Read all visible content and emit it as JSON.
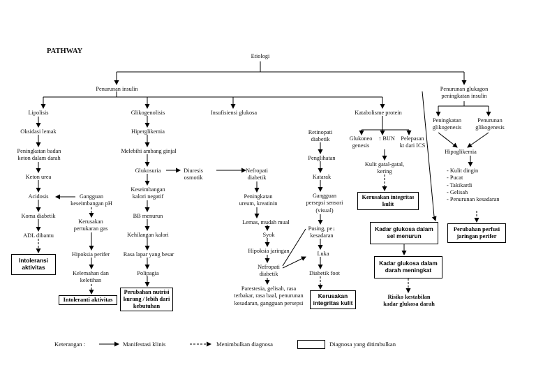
{
  "title": "PATHWAY",
  "nodes": {
    "etiologi": "Etiologi",
    "penurunan_insulin": "Penurunan insulin",
    "penurunan_glukagon": "Penurunan glukagon\npeningkatan insulin",
    "lipolisis": "Lipolisis",
    "glikogenolisis": "Glikogenolisis",
    "insufisiensi": "Insufisiensi glukosa",
    "katabolisme": "Katabolisme protein",
    "peningkatan_glikogenesis": "Peningkatan\nglikogenesis",
    "penurunan_glikogenesis": "Penurunan\nglikogenesis",
    "oksidasi_lemak": "Oksidasi lemak",
    "peningkatan_badan_keton": "Peningkatan badan\nketon dalam darah",
    "keton_urea": "Keton urea",
    "acidosis": "Acidosis",
    "koma_diabetik": "Koma diabetik",
    "adl_dibantu": "ADL dibantu",
    "gangguan_ph": "Gangguan\nkeseimbangan pH",
    "kerusakan_gas": "Kerusakan\npertukaran gas",
    "hipoksia_perifer": "Hipoksia perifer",
    "kelemahan": "Kelemahan dan\nkeletihan",
    "hiperglikemia": "Hiperglikemia",
    "melebihi": "Melebihi ambang ginjal",
    "glukosuria": "Glukosuria",
    "diuresis": "Diuresis\nosmotik",
    "keseimbangan_kalori": "Keseimbangan\nkalori negatif",
    "bb_menurun": "BB menurun",
    "kehilangan_kalori": "Kehilangan kalori",
    "rasa_lapar": "Rasa lapar yang besar",
    "polipagia": "Polipagia",
    "nefropati_1": "Nefropati\ndiabetik",
    "peningkatan_ureum": "Peningkatan\nureum, kreatinin",
    "lemas": "Lemas, mudah mual",
    "syok": "Syok",
    "hipoksia_jaringan": "Hipoksia jaringan",
    "nefropati_2": "Nefropati\ndiabetik",
    "parestesia": "Parestesia, gelisah, rasa\nterbakar, rasa baal, penurunan\nkesadaran, gangguan persepsi",
    "retinopati": "Retinopati\ndiabetik",
    "penglihatan": "Penglihatan",
    "katarak": "Katarak",
    "gangguan_persepsi": "Gangguan\npersepsi sensori\n(visual)",
    "pusing": "Pusing, pe↓\nkesadaran",
    "luka": "Luka",
    "diabetic_foot": "Diabetik foot",
    "glukoneo": "Glukoneo\ngenesis",
    "bun": "↑ BUN",
    "pelepasan": "Pelepasan\nkt dari ICS",
    "kulit_gatal": "Kulit gatal-gatal,\nkering",
    "hipoglikemia": "Hipoglikemia",
    "hipoglikemia_signs": "-   Kulit dingin\n-   Pucat\n-   Takikardi\n-   Gelisah\n-   Penurunan kesadaran",
    "risiko": "Risiko kestabilan\nkadar glukosa darah"
  },
  "diagnoses": {
    "intoleransi_1": "Intoleransi\naktivitas",
    "intoleransi_2": "Intoleranti aktivitas",
    "nutrisi": "Perubahan nutrisi\nkurang / lebih dari\nkebutuhan",
    "integritas_1": "Kerusakan integritas\nkulit",
    "integritas_2": "Kerusakan\nintegritas kulit",
    "gula_menurun": "Kadar glukosa dalam\nsel menurun",
    "gula_meningkat": "Kadar glukosa dalam\ndarah  meningkat",
    "perfusi": "Perubahan perfusi\njaringan perifer"
  },
  "legend": {
    "label": "Keterangan :",
    "solid": "Manifestasi klinis",
    "dashed": "Menimbulkan diagnosa",
    "box": "Diagnosa yang ditimbulkan"
  }
}
